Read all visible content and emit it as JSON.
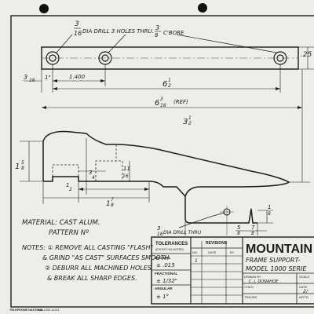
{
  "sheet": {
    "hole_callout": "3/16\" DIA DRILL 3 HOLES THRU. 3/8\" C'BORE",
    "hole_callout_parts": [
      "3",
      "16",
      "DIA DRILL 3 HOLES THRU.",
      "3",
      "8",
      "C'BORE"
    ],
    "left_offset": [
      "3",
      "16"
    ],
    "spacing": "1.400",
    "half_mark": "1\"",
    "six_half": [
      "6",
      "1",
      "2"
    ],
    "overall": [
      "6",
      "3",
      "16",
      "(REF)"
    ],
    "three_half": [
      "3",
      "1",
      "2"
    ],
    "height_top": ".25",
    "left_height": [
      "1",
      "5",
      "8"
    ],
    "notch_w": [
      "3",
      "4"
    ],
    "rise": [
      "11",
      "16"
    ],
    "half_depth": [
      "1",
      "2"
    ],
    "base_w": [
      "1",
      "7",
      "8"
    ],
    "right_h": [
      "1",
      "8"
    ],
    "drill_bottom": "3/16\" DIA DRILL THRU.",
    "drill_bottom_parts": [
      "3",
      "16",
      "DIA DRILL THRU"
    ],
    "center": [
      "5",
      "8",
      "7",
      "8"
    ]
  },
  "notes": {
    "material": "MATERIAL: CAST ALUM.",
    "pattern": "PATTERN Nº",
    "line1": "NOTES: ① REMOVE ALL CASTING \"FLASH\"",
    "line2": "& GRIND \"AS CAST\" SURFACES SMOOTH",
    "line3": "② DEBURR ALL MACHINED HOLES",
    "line4": "& BREAK ALL SHARP EDGES."
  },
  "tolerances": {
    "title": "TOLERANCES",
    "subtitle": "(EXCEPT AS NOTED)",
    "decimal_label": "DECIMAL",
    "decimal_value": "± .015",
    "fractional_label": "FRACTIONAL",
    "fractional_value": "± 1/32\"",
    "angular_label": "ANGULAR",
    "angular_value": "± 1°"
  },
  "revisions": {
    "title": "REVISIONS",
    "col_no": "NO.",
    "col_date": "DATE",
    "col_by": "BY",
    "first_no": "1"
  },
  "title_block": {
    "brand": "MOUNTAIN",
    "part": "FRAME SUPPORT-",
    "model": "MODEL 1000 SERIE",
    "drawn_by_label": "DRAWN BY",
    "drawn_by": "C. J. DONAHOE",
    "scale_label": "SCALE",
    "chkd_label": "CHK'D",
    "date_label": "DATE",
    "date_value": "2/",
    "traced_label": "TRACED",
    "appd_label": "APP'D"
  },
  "footer": {
    "paper": "TELEPHONE NATIONAL",
    "paper_no": "NO. 1000-4x211"
  }
}
